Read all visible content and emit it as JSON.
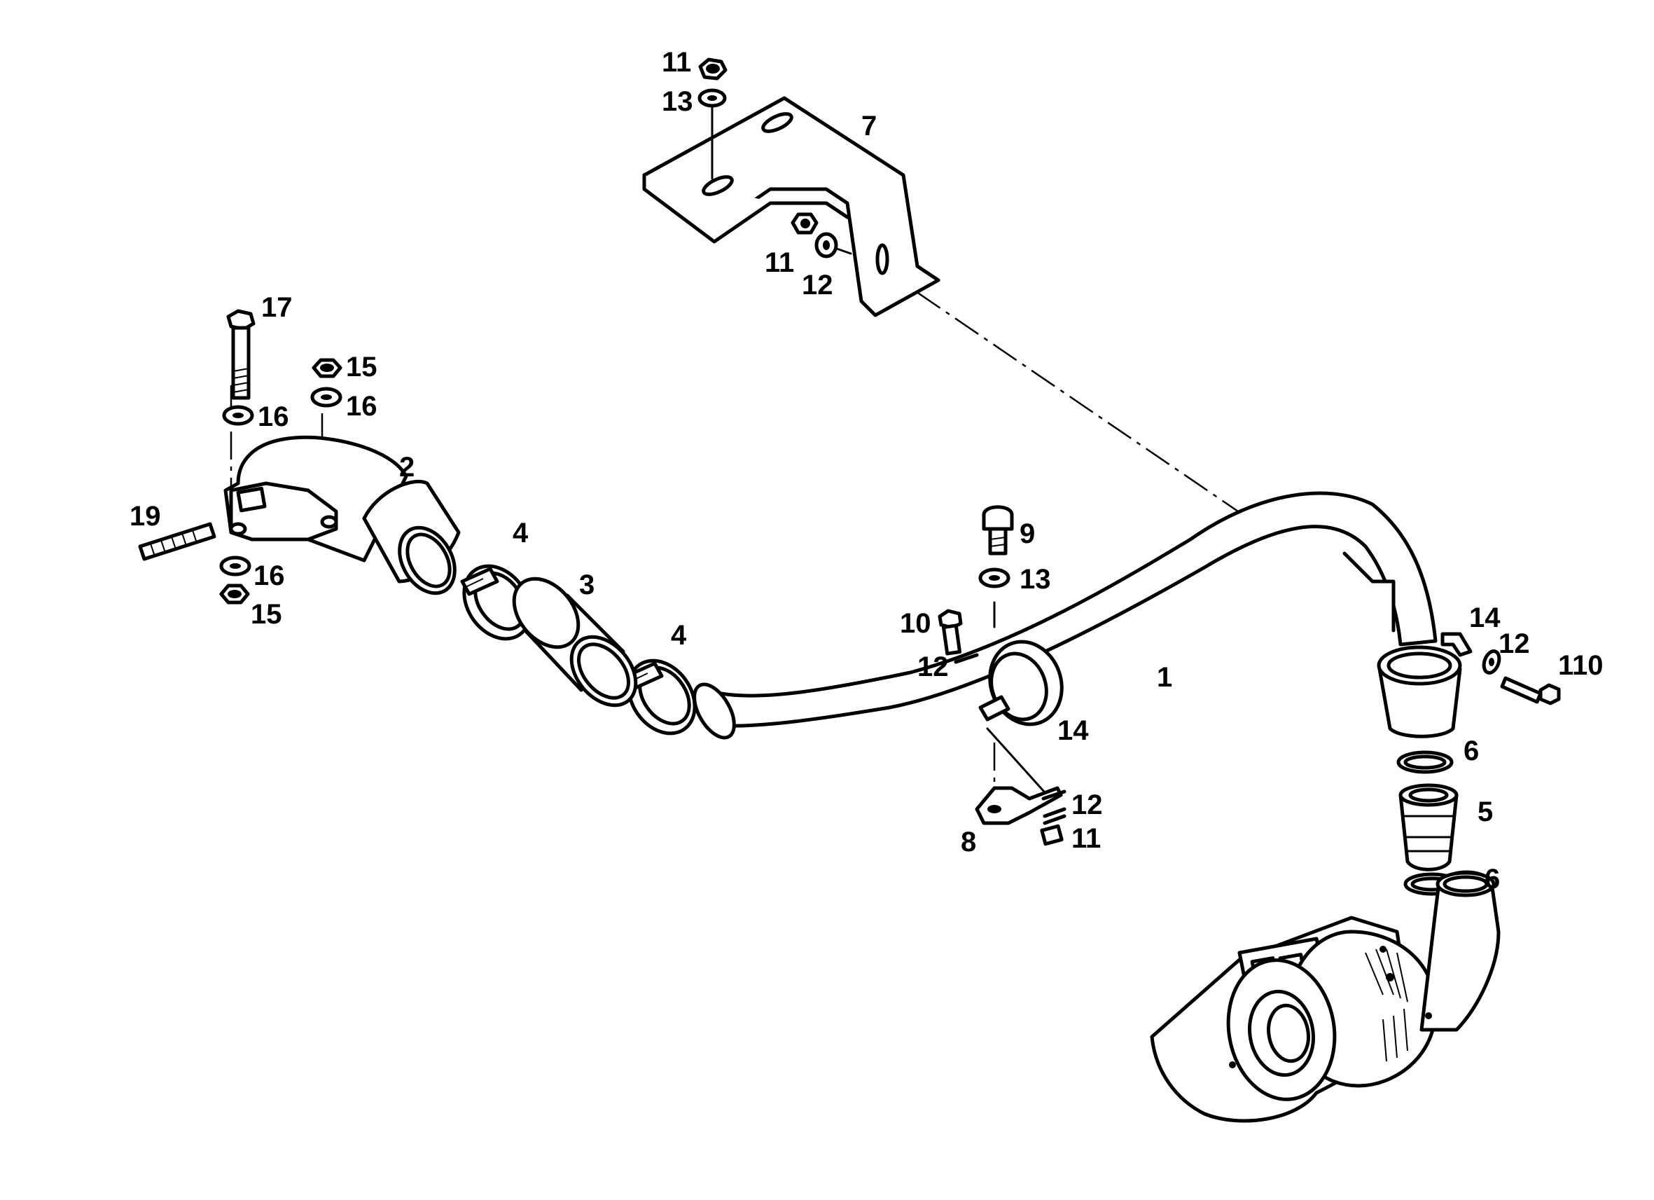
{
  "labels": {
    "l1": "1",
    "l2": "2",
    "l3": "3",
    "l4a": "4",
    "l4b": "4",
    "l5": "5",
    "l6a": "6",
    "l6b": "6",
    "l7": "7",
    "l8": "8",
    "l9": "9",
    "l10": "10",
    "l11a": "11",
    "l11b": "11",
    "l11c": "11",
    "l12a": "12",
    "l12b": "12",
    "l12c": "12",
    "l12d": "12",
    "l13a": "13",
    "l13b": "13",
    "l14a": "14",
    "l14b": "14",
    "l15a": "15",
    "l15b": "15",
    "l16a": "16",
    "l16b": "16",
    "l16c": "16",
    "l17": "17",
    "l19": "19",
    "l110": "110"
  },
  "colors": {
    "line": "#000000",
    "background": "#ffffff"
  }
}
